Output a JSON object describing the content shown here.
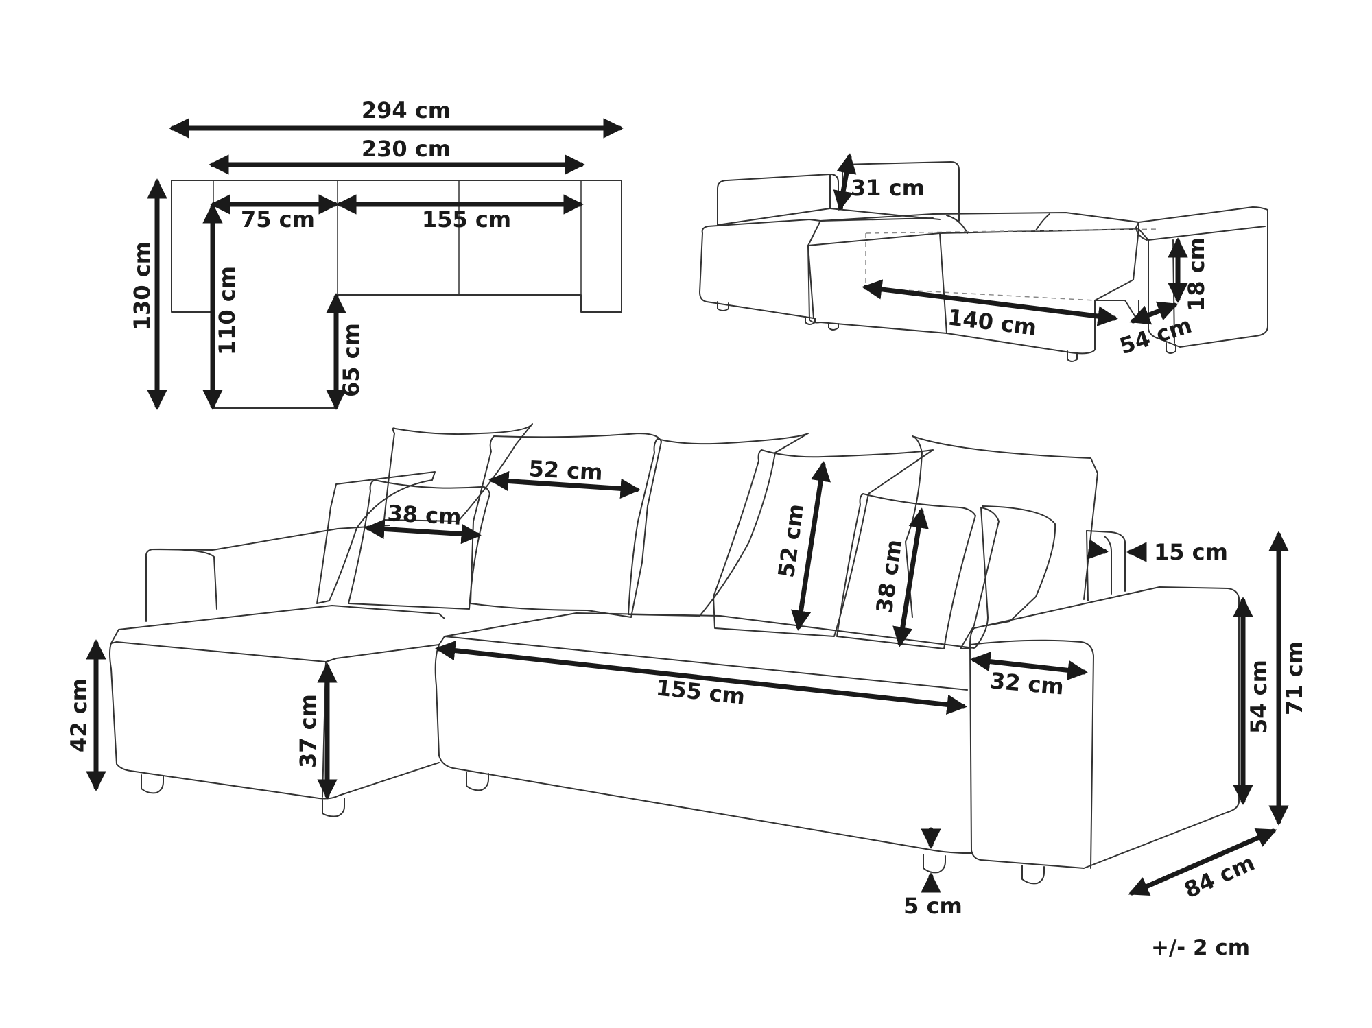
{
  "labels": {
    "top_total_width": "294 cm",
    "top_inner_width": "230 cm",
    "top_chaise_width": "75 cm",
    "top_main_width": "155 cm",
    "top_total_depth": "130 cm",
    "top_chaise_depth": "110 cm",
    "top_main_depth": "65 cm",
    "bed_backrest": "31 cm",
    "bed_length": "140 cm",
    "bed_height": "18 cm",
    "bed_depth": "54 cm",
    "pillow_large_w": "52 cm",
    "pillow_small_w": "38 cm",
    "pillow_large_h": "52 cm",
    "pillow_small_h": "38 cm",
    "backrest_thickness": "15 cm",
    "seat_width": "155 cm",
    "armrest_width": "32 cm",
    "chaise_height": "42 cm",
    "seat_height": "37 cm",
    "arm_height": "54 cm",
    "total_height": "71 cm",
    "total_depth": "84 cm",
    "leg_height": "5 cm"
  },
  "tolerance": "+/- 2 cm"
}
